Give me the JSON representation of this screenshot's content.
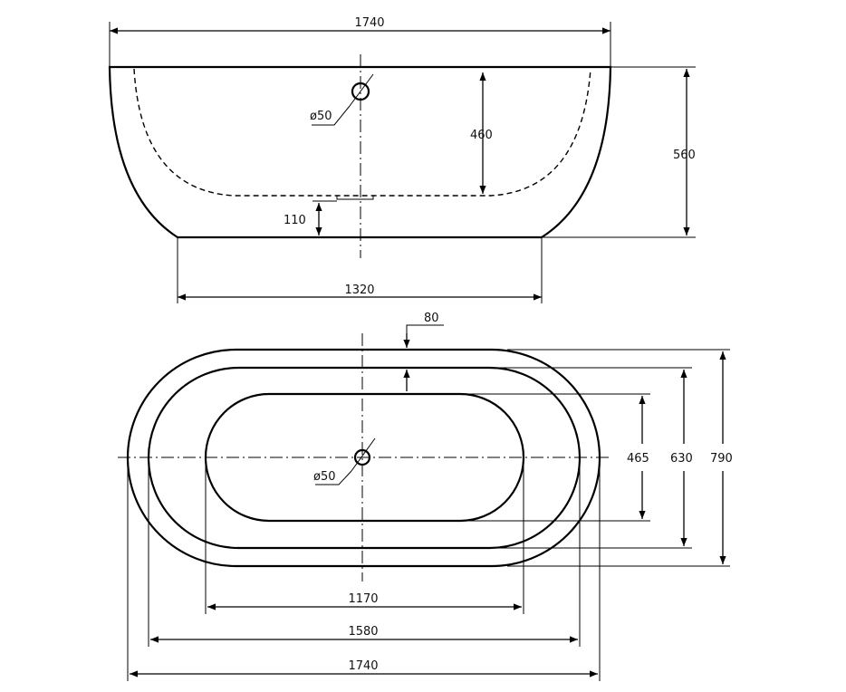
{
  "drawing": {
    "side_view": {
      "overall_width": "1740",
      "base_width": "1320",
      "total_height": "560",
      "inner_depth": "460",
      "bottom_thickness": "110",
      "drain_diameter": "ø50"
    },
    "top_view": {
      "rim_width": "80",
      "outer_width": "790",
      "middle_width": "630",
      "inner_width": "465",
      "inner_length": "1170",
      "middle_length": "1580",
      "outer_length": "1740",
      "drain_diameter": "ø50"
    }
  }
}
